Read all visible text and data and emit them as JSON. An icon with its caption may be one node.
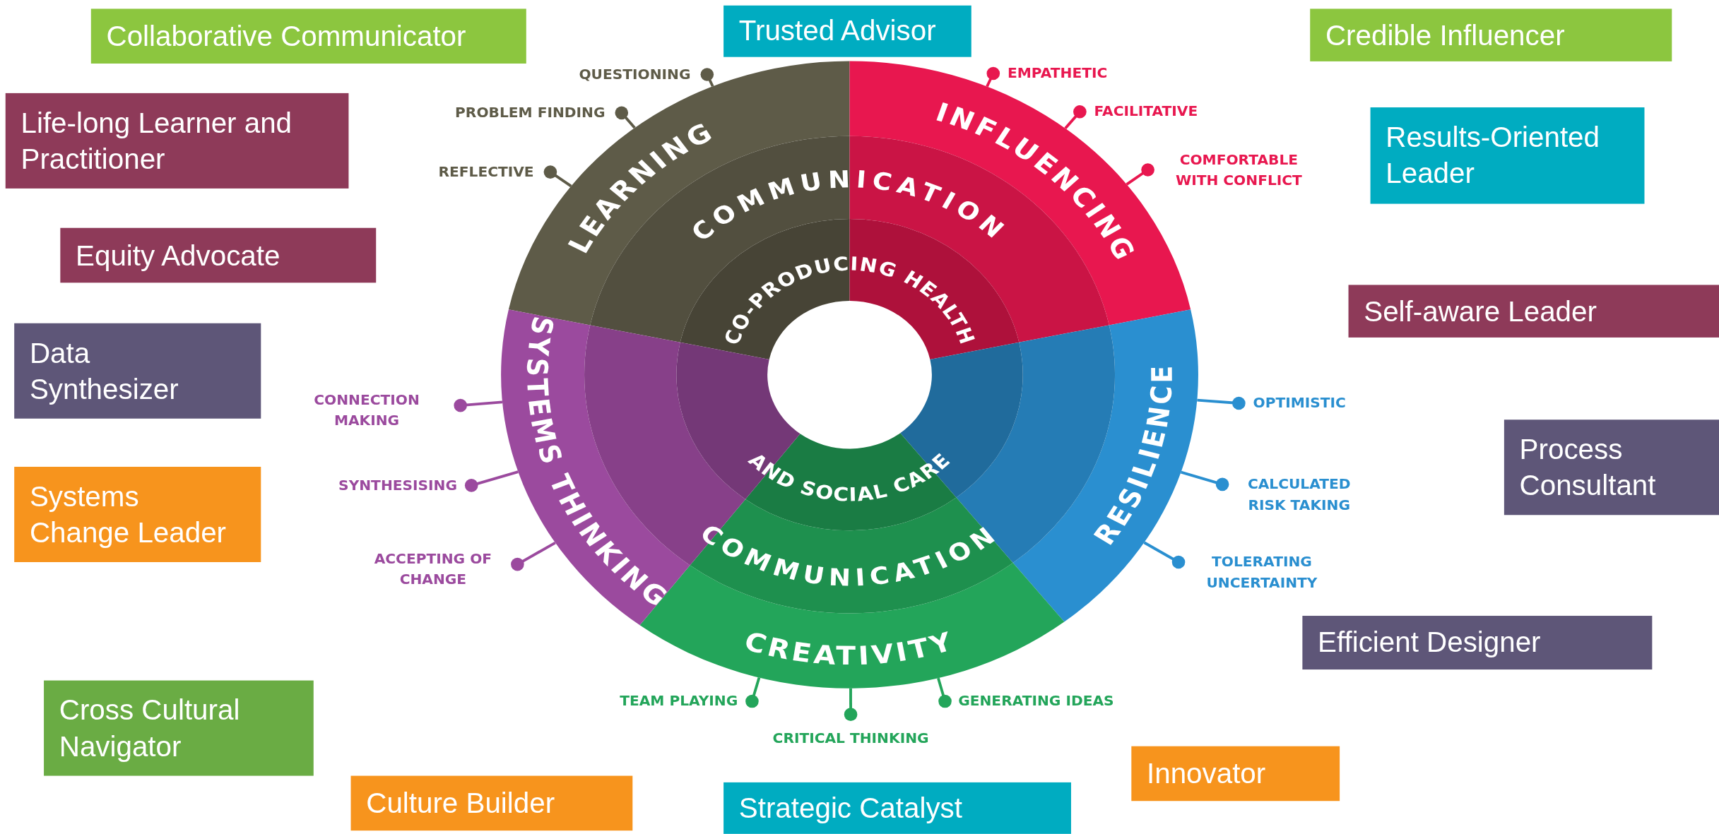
{
  "diagram": {
    "nodes": [
      {
        "text": [
          "Collaborative Communicator"
        ]
      },
      {
        "text": [
          "Trusted Advisor"
        ]
      },
      {
        "text": [
          "Credible Influencer"
        ]
      },
      {
        "text": [
          "Life-long Learner and Practitioner"
        ]
      },
      {
        "text": [
          "Results-Oriented Leader"
        ]
      },
      {
        "text": [
          "Equity Advocate"
        ]
      },
      {
        "text": [
          "Self-aware Leader"
        ]
      },
      {
        "text": [
          "Data Synthesizer"
        ]
      },
      {
        "text": [
          "Process Consultant"
        ]
      },
      {
        "text": [
          "Systems Change Leader"
        ]
      },
      {
        "text": [
          "Efficient Designer"
        ]
      },
      {
        "text": [
          "Cross Cultural Navigator"
        ]
      },
      {
        "text": [
          "Innovator"
        ]
      },
      {
        "text": [
          "Culture Builder"
        ]
      },
      {
        "text": [
          "Strategic Catalyst"
        ]
      },
      {
        "text": [
          "LEARNING"
        ]
      },
      {
        "text": [
          "INFLUENCING"
        ]
      },
      {
        "text": [
          "RESILIENCE"
        ]
      },
      {
        "text": [
          "CREATIVITY"
        ]
      },
      {
        "text": [
          "SYSTEMS THINKING"
        ]
      },
      {
        "text": [
          "QUESTIONING"
        ]
      },
      {
        "text": [
          "PROBLEM FINDING"
        ]
      },
      {
        "text": [
          "REFLECTIVE"
        ]
      },
      {
        "text": [
          "EMPATHETIC"
        ]
      },
      {
        "text": [
          "FACILITATIVE"
        ]
      },
      {
        "text": [
          "COMFORTABLE WITH CONFLICT"
        ]
      },
      {
        "text": [
          "OPTIMISTIC"
        ]
      },
      {
        "text": [
          "CALCULATED RISK TAKING"
        ]
      },
      {
        "text": [
          "TOLERATING UNCERTAINTY"
        ]
      },
      {
        "text": [
          "CONNECTION MAKING"
        ]
      },
      {
        "text": [
          "SYNTHESISING"
        ]
      },
      {
        "text": [
          "ACCEPTING OF CHANGE"
        ]
      },
      {
        "text": [
          "TEAM PLAYING"
        ]
      },
      {
        "text": [
          "CRITICAL THINKING"
        ]
      },
      {
        "text": [
          "GENERATING IDEAS"
        ]
      }
    ],
    "edges": [
      {
        "from": 20,
        "to": 15,
        "arrow": "other",
        "color": "#5e5b48"
      },
      {
        "from": 21,
        "to": 15,
        "arrow": "other",
        "color": "#5e5b48"
      },
      {
        "from": 22,
        "to": 15,
        "arrow": "other",
        "color": "#5e5b48"
      },
      {
        "from": 23,
        "to": 16,
        "arrow": "other",
        "color": "#e8174f"
      },
      {
        "from": 24,
        "to": 16,
        "arrow": "other",
        "color": "#e8174f"
      },
      {
        "from": 25,
        "to": 16,
        "arrow": "other",
        "color": "#e8174f"
      },
      {
        "from": 26,
        "to": 17,
        "arrow": "other",
        "color": "#2a8fd0"
      },
      {
        "from": 27,
        "to": 17,
        "arrow": "other",
        "color": "#2a8fd0"
      },
      {
        "from": 28,
        "to": 17,
        "arrow": "other",
        "color": "#2a8fd0"
      },
      {
        "from": 29,
        "to": 19,
        "arrow": "other",
        "color": "#9b4a9e"
      },
      {
        "from": 30,
        "to": 19,
        "arrow": "other",
        "color": "#9b4a9e"
      },
      {
        "from": 31,
        "to": 19,
        "arrow": "other",
        "color": "#9b4a9e"
      },
      {
        "from": 32,
        "to": 18,
        "arrow": "other",
        "color": "#23a55a"
      },
      {
        "from": 33,
        "to": 18,
        "arrow": "other",
        "color": "#23a55a"
      },
      {
        "from": 34,
        "to": 18,
        "arrow": "other",
        "color": "#23a55a"
      }
    ],
    "labels": [
      "COMMUNICATION",
      "CO-PRODUCING HEALTH",
      "AND SOCIAL CARE",
      "COMMUNICATION"
    ]
  }
}
